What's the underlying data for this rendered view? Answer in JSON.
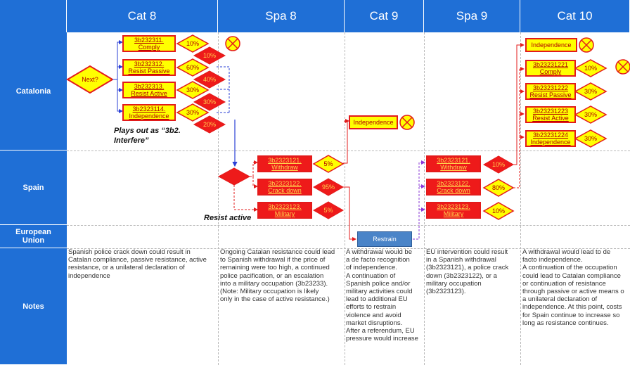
{
  "columns": [
    "Cat 8",
    "Spa 8",
    "Cat 9",
    "Spa 9",
    "Cat 10"
  ],
  "rows": [
    "Catalonia",
    "Spain",
    "European\nUnion",
    "Notes"
  ],
  "catalonia": {
    "next_label": "Next?",
    "cat8_boxes": [
      "3b232311.\nComply",
      "3b232312.\nResist Passive",
      "3b232313.\nResist Active",
      "3b2323114.\nIndependence"
    ],
    "cat8_probs_yellow": [
      "10%",
      "60%",
      "30%",
      "30%"
    ],
    "cat8_probs_red": [
      "10%",
      "40%",
      "30%",
      "20%"
    ],
    "cat9_box": "Independence",
    "cat10_top": "Independence",
    "cat10_boxes": [
      "3b23231221\nComply",
      "3b23231222\nResist Passive",
      "3b23231223\nResist Active",
      "3b23231224\nIndependence"
    ],
    "cat10_probs": [
      "10%",
      "30%",
      "30%",
      "30%"
    ],
    "annotation": "Plays out as “3b2.\nInterfere”"
  },
  "spain": {
    "spa8_boxes": [
      "3b2323121.\nWithdraw",
      "3b2323122.\nCrack down",
      "3b2323123.\nMilitary"
    ],
    "spa8_probs": [
      "5%",
      "95%",
      "5%"
    ],
    "spa9_boxes": [
      "3b2323121.\nWithdraw",
      "3b2323122.\nCrack down",
      "3b2323123.\nMilitary"
    ],
    "spa9_probs": [
      "10%",
      "80%",
      "10%"
    ],
    "annotation": "Resist active"
  },
  "eu": {
    "restrain": "Restrain"
  },
  "notes": {
    "cat8": "Spanish police crack down could result in\nCatalan compliance, passive resistance, active\nresistance, or a unilateral declaration of\nindependence",
    "spa8": "Ongoing Catalan resistance could lead\nto Spanish withdrawal if the price of\nremaining were too high, a continued\npolice pacification, or an escalation\ninto a military occupation (3b23233).\n(Note: Military occupation is likely\nonly in the case of active resistance.)",
    "cat9": "A withdrawal would be\na de facto recognition\nof independence.\nA continuation of\nSpanish police and/or\nmilitary activities could\nlead to additional EU\nefforts to restrain\nviolence and avoid\nmarket disruptions.\nAfter a referendum, EU\npressure would increase",
    "spa9": "EU intervention could result\nin a Spanish withdrawal\n(3b2323121), a police crack\ndown (3b2323122), or a\nmilitary occupation\n(3b2323123).",
    "cat10": "A withdrawal would lead to de\nfacto independence.\nA continuation of the occupation\ncould lead to Catalan compliance\nor continuation of resistance\nthrough passive or active means o\na unilateral declaration of\nindependence. At this point, costs\nfor Spain continue to increase so\nlong as resistance continues."
  },
  "colors": {
    "header": "#1f6fd6",
    "box_yellow": "#ffff00",
    "box_red": "#ee1a1a",
    "border_red": "#e31b1b",
    "restrain_blue": "#4a84c8"
  }
}
